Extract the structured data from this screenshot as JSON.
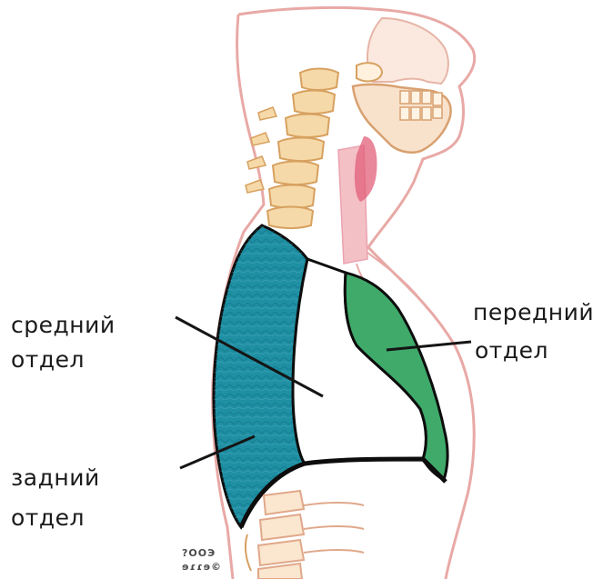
{
  "labels": {
    "middle": {
      "line1": "средний",
      "line2": "отдел"
    },
    "anterior": {
      "line1": "передний",
      "line2": "отдел"
    },
    "posterior": {
      "line1": "задний",
      "line2": "отдел"
    }
  },
  "watermark": {
    "line1": "?ООЭ",
    "line2": "ɘɾɾɘ©"
  },
  "colors": {
    "background": "#ffffff",
    "body_outline": "#e8a9a6",
    "bone": "#f6d9a8",
    "bone_outline": "#d7a160",
    "trachea": "#f3c0c6",
    "trachea_dark": "#e25f79",
    "posterior_region": "#1f8fa3",
    "anterior_region": "#3faa6a",
    "middle_region": "#ffffff",
    "region_outline": "#0d0d0d",
    "pointer_line": "#151515"
  }
}
